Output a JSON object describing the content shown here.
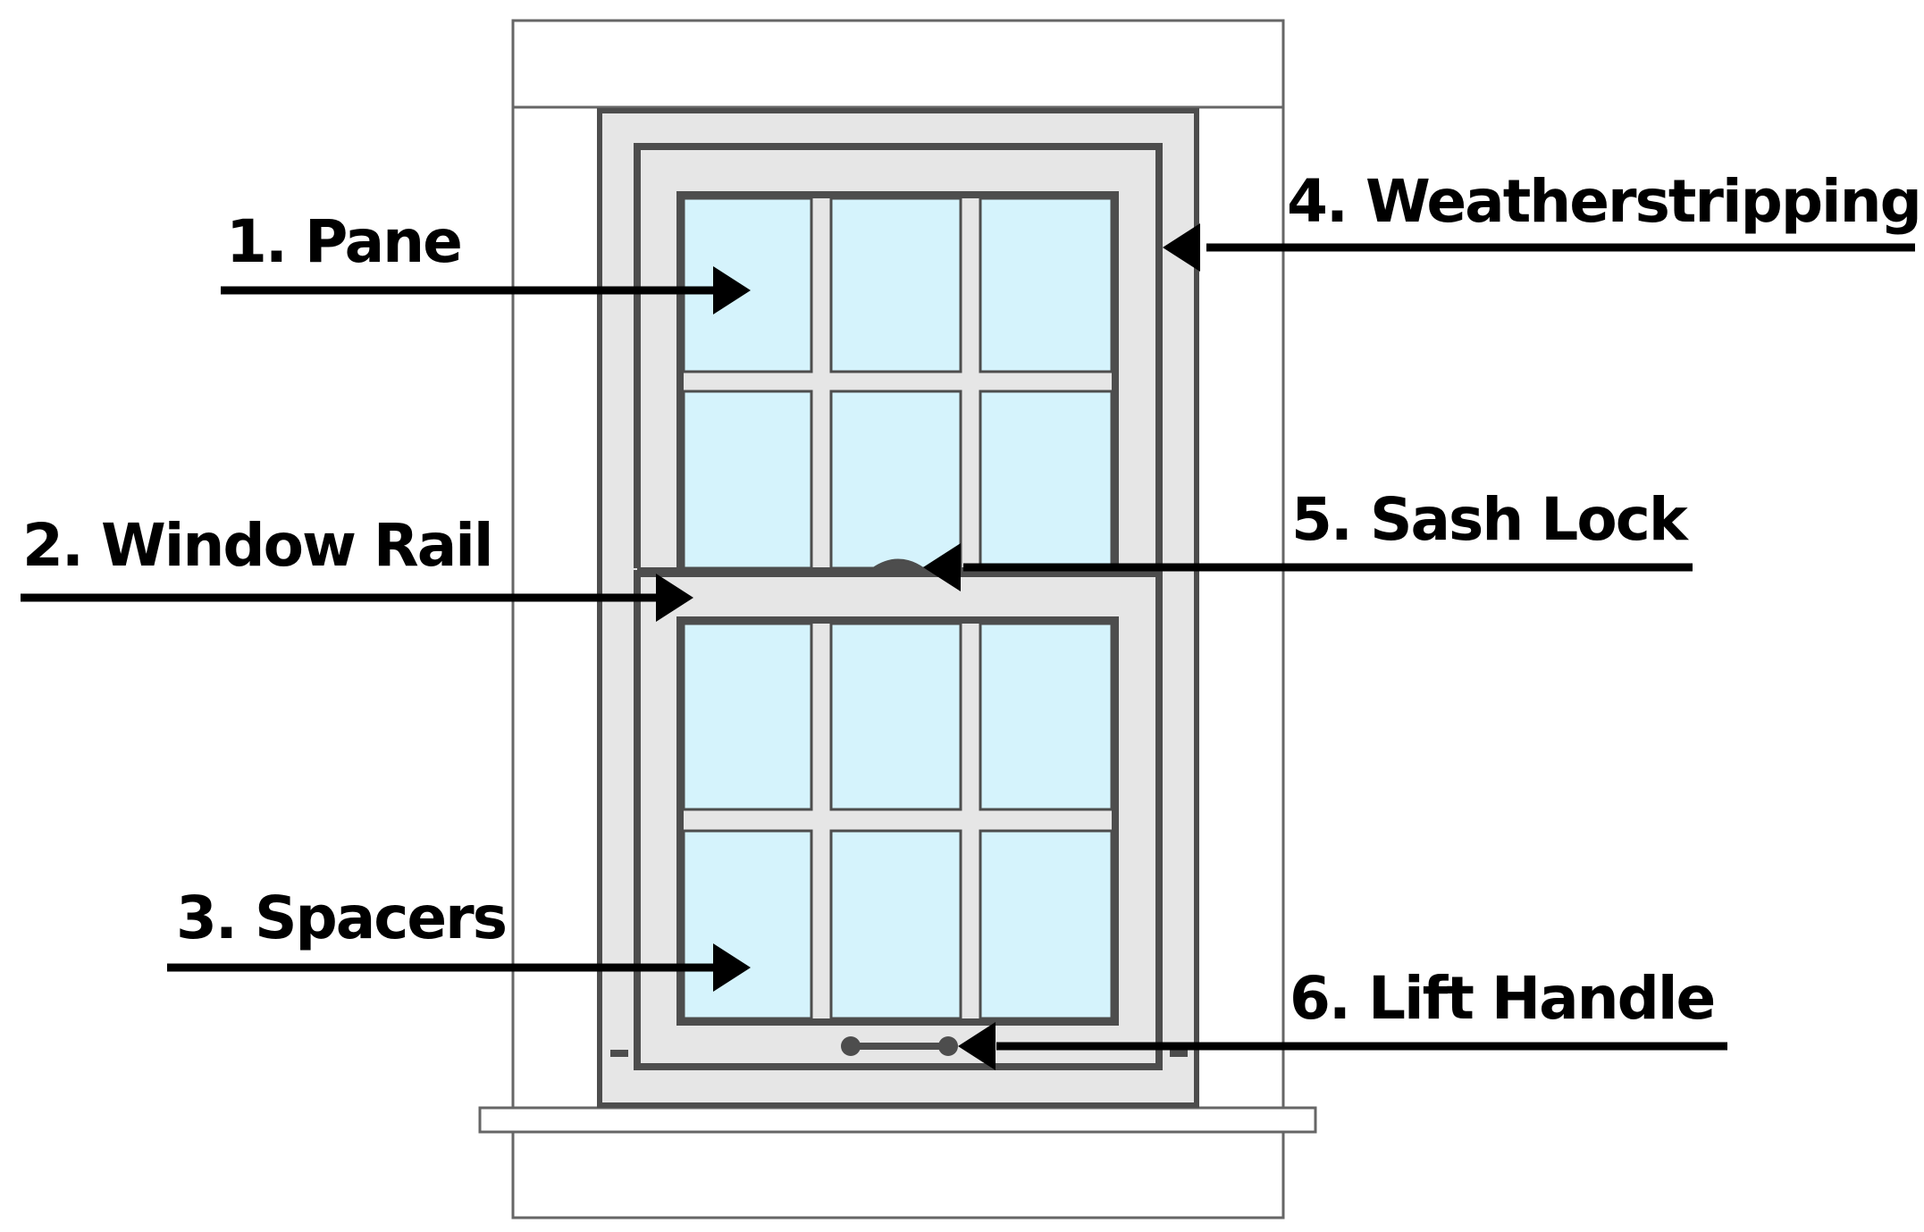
{
  "labels": {
    "pane": "1. Pane",
    "window_rail": "2. Window Rail",
    "spacers": "3. Spacers",
    "weatherstripping": "4. Weatherstripping",
    "sash_lock": "5. Sash Lock",
    "lift_handle": "6. Lift Handle"
  },
  "colors": {
    "glass": "#d5f3fc",
    "frame_fill": "#e6e6e6",
    "frame_stroke": "#4d4d4d",
    "trim_stroke": "#666666",
    "arrow": "#000000"
  }
}
